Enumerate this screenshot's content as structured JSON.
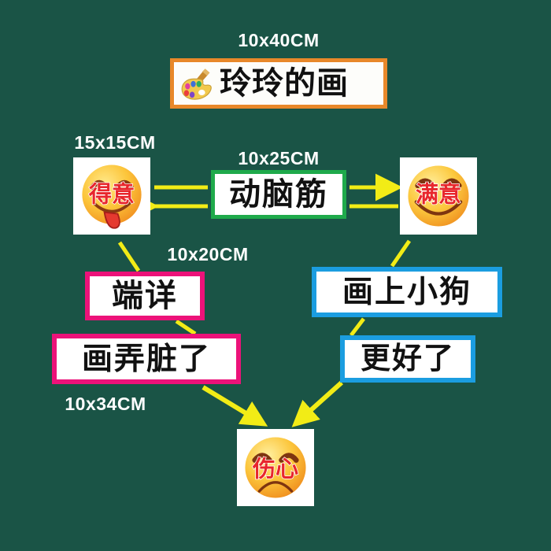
{
  "board": {
    "background_color": "#1a5446",
    "name": "story-map-wall-stickers"
  },
  "dimension_labels": [
    {
      "id": "dim-title",
      "text": "10x40CM"
    },
    {
      "id": "dim-emoji",
      "text": "15x15CM"
    },
    {
      "id": "dim-brain",
      "text": "10x25CM"
    },
    {
      "id": "dim-gaze",
      "text": "10x20CM"
    },
    {
      "id": "dim-smudged",
      "text": "10x34CM"
    }
  ],
  "title_card": {
    "text": "玲玲的画",
    "border_color": "#e8882a",
    "icon": "paint-palette-icon"
  },
  "cards": {
    "brain": {
      "text": "动脑筋",
      "border_color": "#1faa4b"
    },
    "gaze": {
      "text": "端详",
      "border_color": "#ec1279"
    },
    "smudged": {
      "text": "画弄脏了",
      "border_color": "#ec1279"
    },
    "dog": {
      "text": "画上小狗",
      "border_color": "#1b9de0"
    },
    "better": {
      "text": "更好了",
      "border_color": "#1b9de0"
    }
  },
  "emojis": {
    "proud": {
      "label": "得意",
      "mood": "tongue-out-smug-face",
      "text_color": "#e8262c"
    },
    "satisfied": {
      "label": "满意",
      "mood": "happy-smiling-face",
      "text_color": "#e8262c"
    },
    "sad": {
      "label": "伤心",
      "mood": "sad-frowning-face",
      "text_color": "#e8262c"
    }
  },
  "connectors": {
    "color": "#f2ec16",
    "items": [
      {
        "name": "arrow-brain-to-proud",
        "style": "arrow-left"
      },
      {
        "name": "line-proud-to-brain",
        "style": "plain-line"
      },
      {
        "name": "arrow-brain-to-satisfied",
        "style": "arrow-right"
      },
      {
        "name": "line-satisfied-to-brain",
        "style": "plain-line"
      },
      {
        "name": "line-proud-to-gaze",
        "style": "diagonal"
      },
      {
        "name": "line-gaze-to-smudged",
        "style": "diagonal"
      },
      {
        "name": "arrow-smudged-to-sad",
        "style": "diagonal-arrow"
      },
      {
        "name": "line-satisfied-to-dog",
        "style": "diagonal"
      },
      {
        "name": "line-dog-to-better",
        "style": "diagonal"
      },
      {
        "name": "arrow-better-to-sad",
        "style": "diagonal-arrow"
      }
    ]
  }
}
